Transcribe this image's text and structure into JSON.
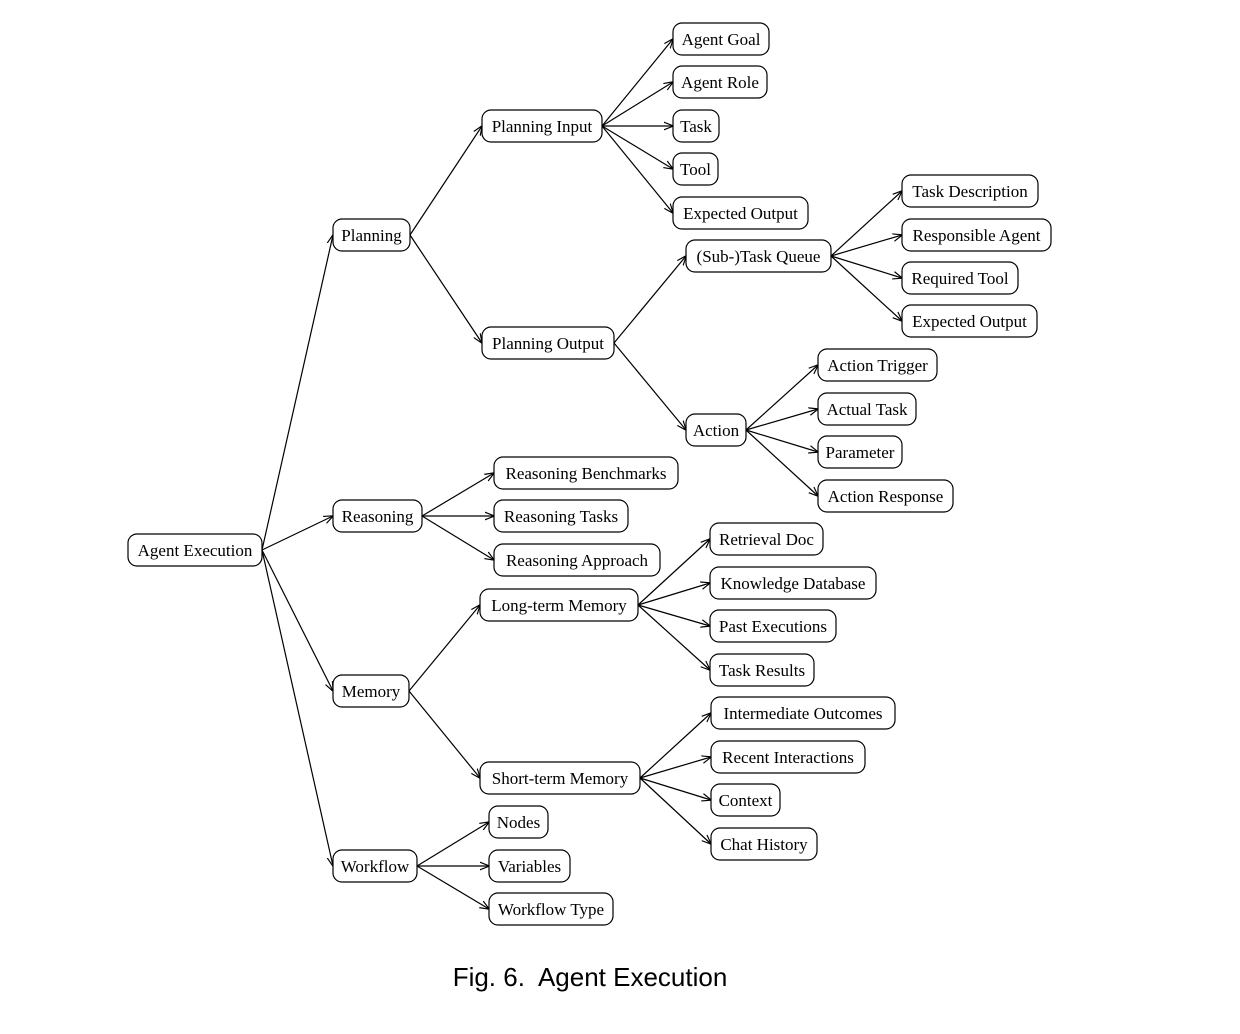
{
  "caption": "Fig. 6.  Agent Execution",
  "nodes": {
    "root": "Agent Execution",
    "planning": "Planning",
    "planning_input": "Planning Input",
    "agent_goal": "Agent Goal",
    "agent_role": "Agent Role",
    "task": "Task",
    "tool": "Tool",
    "expected_output_input": "Expected Output",
    "planning_output": "Planning Output",
    "subtask_queue": "(Sub-)Task Queue",
    "task_description": "Task Description",
    "responsible_agent": "Responsible Agent",
    "required_tool": "Required Tool",
    "expected_output_queue": "Expected Output",
    "action": "Action",
    "action_trigger": "Action Trigger",
    "actual_task": "Actual Task",
    "parameter": "Parameter",
    "action_response": "Action Response",
    "reasoning": "Reasoning",
    "reasoning_benchmarks": "Reasoning Benchmarks",
    "reasoning_tasks": "Reasoning Tasks",
    "reasoning_approach": "Reasoning Approach",
    "memory": "Memory",
    "long_term_memory": "Long-term Memory",
    "retrieval_doc": "Retrieval Doc",
    "knowledge_database": "Knowledge Database",
    "past_executions": "Past Executions",
    "task_results": "Task Results",
    "short_term_memory": "Short-term Memory",
    "intermediate_outcomes": "Intermediate Outcomes",
    "recent_interactions": "Recent Interactions",
    "context": "Context",
    "chat_history": "Chat History",
    "workflow": "Workflow",
    "nodes_item": "Nodes",
    "variables": "Variables",
    "workflow_type": "Workflow Type"
  }
}
